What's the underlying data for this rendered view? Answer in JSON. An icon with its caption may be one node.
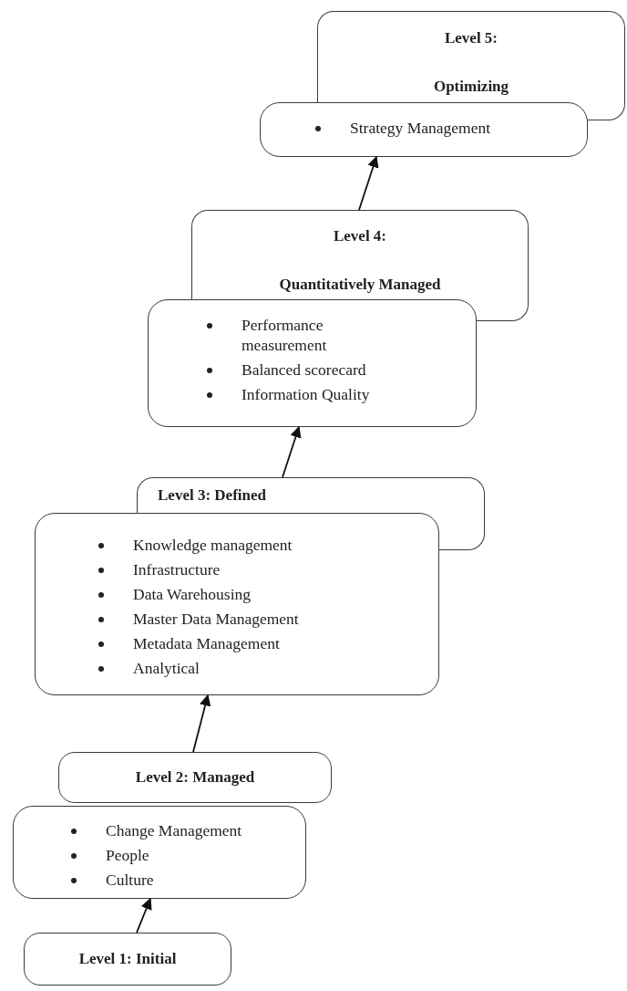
{
  "diagram": {
    "nodes": [
      {
        "text": [
          "Level 5:",
          "Optimizing"
        ]
      },
      {
        "text": [
          "Strategy Management"
        ]
      },
      {
        "text": [
          "Level 4:",
          "Quantitatively Managed"
        ]
      },
      {
        "text": [
          "Performance measurement",
          "Balanced scorecard",
          "Information Quality"
        ]
      },
      {
        "text": [
          "Level 3: Defined"
        ]
      },
      {
        "text": [
          "Knowledge management",
          "Infrastructure",
          "Data Warehousing",
          "Master Data Management",
          "Metadata Management",
          "Analytical"
        ]
      },
      {
        "text": [
          "Level 2: Managed"
        ]
      },
      {
        "text": [
          "Change Management",
          "People",
          "Culture"
        ]
      },
      {
        "text": [
          "Level 1: Initial"
        ]
      }
    ],
    "edges": [
      {
        "from": 8,
        "to": 7,
        "arrow": "to"
      },
      {
        "from": 6,
        "to": 5,
        "arrow": "to"
      },
      {
        "from": 4,
        "to": 3,
        "arrow": "to"
      },
      {
        "from": 2,
        "to": 1,
        "arrow": "to"
      }
    ]
  }
}
